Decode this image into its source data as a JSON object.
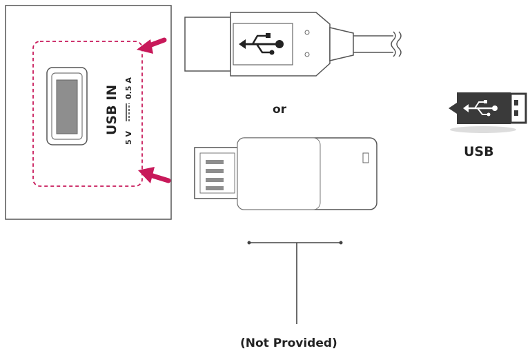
{
  "port_panel": {
    "port_label": "USB IN",
    "rating_voltage": "5 V",
    "rating_current": "0.5 A"
  },
  "connector_separator": "or",
  "usb_icon_label": "USB",
  "bracket_caption": "(Not Provided)",
  "colors": {
    "highlight": "#c8195a",
    "outline": "#555555",
    "icon_body": "#3a3a3a"
  }
}
